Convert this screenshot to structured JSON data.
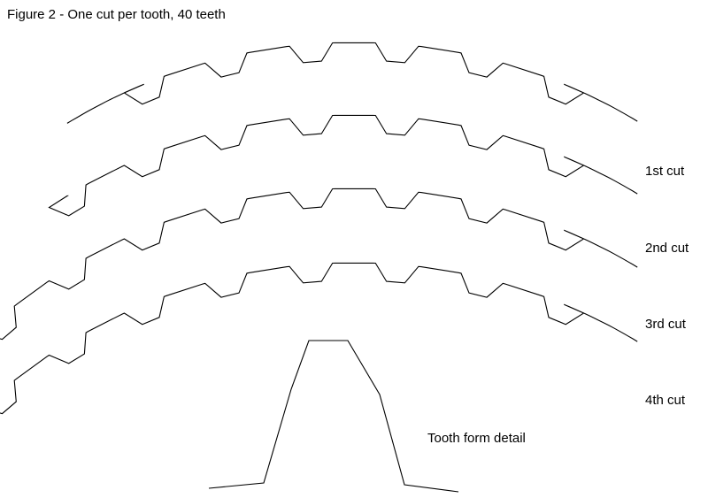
{
  "figure": {
    "title": "Figure 2 - One cut per tooth, 40 teeth",
    "teeth": 40
  },
  "rows": [
    {
      "label": "1st cut",
      "cut_teeth": 5
    },
    {
      "label": "2nd cut",
      "cut_teeth": 6
    },
    {
      "label": "3rd cut",
      "cut_teeth": 7
    },
    {
      "label": "4th cut",
      "cut_teeth": 8
    }
  ],
  "detail": {
    "label": "Tooth form detail"
  },
  "colors": {
    "stroke": "#000000",
    "background": "#ffffff"
  }
}
